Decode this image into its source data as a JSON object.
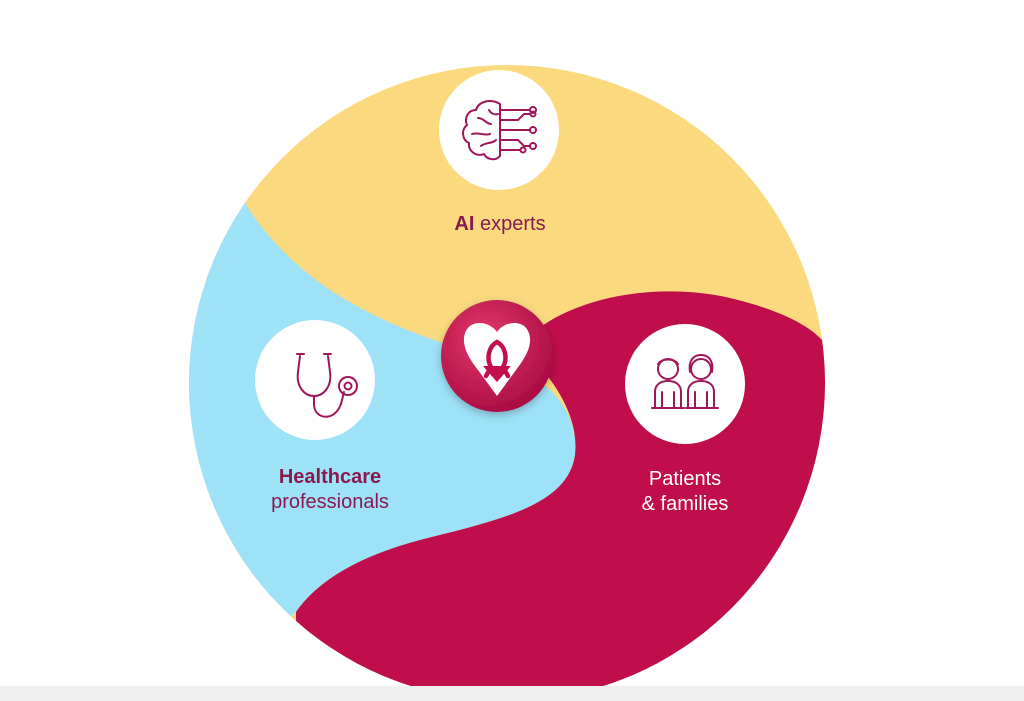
{
  "segments": [
    {
      "id": "ai",
      "label_strong": "AI",
      "label_rest": " experts",
      "icon": "brain-circuit-icon",
      "color": "#fad97f"
    },
    {
      "id": "healthcare",
      "label_line1": "Healthcare",
      "label_line2": "professionals",
      "icon": "stethoscope-icon",
      "color": "#9ee2f7"
    },
    {
      "id": "patients",
      "label_line1": "Patients",
      "label_line2": "& families",
      "icon": "family-icon",
      "color": "#c00d4b"
    }
  ],
  "center": {
    "icon": "heart-shield-ribbon-icon",
    "color": "#c40f4d"
  },
  "colors": {
    "label_dark": "#8a1a4e",
    "icon_stroke": "#a0165a",
    "label_light": "#ffffff"
  }
}
